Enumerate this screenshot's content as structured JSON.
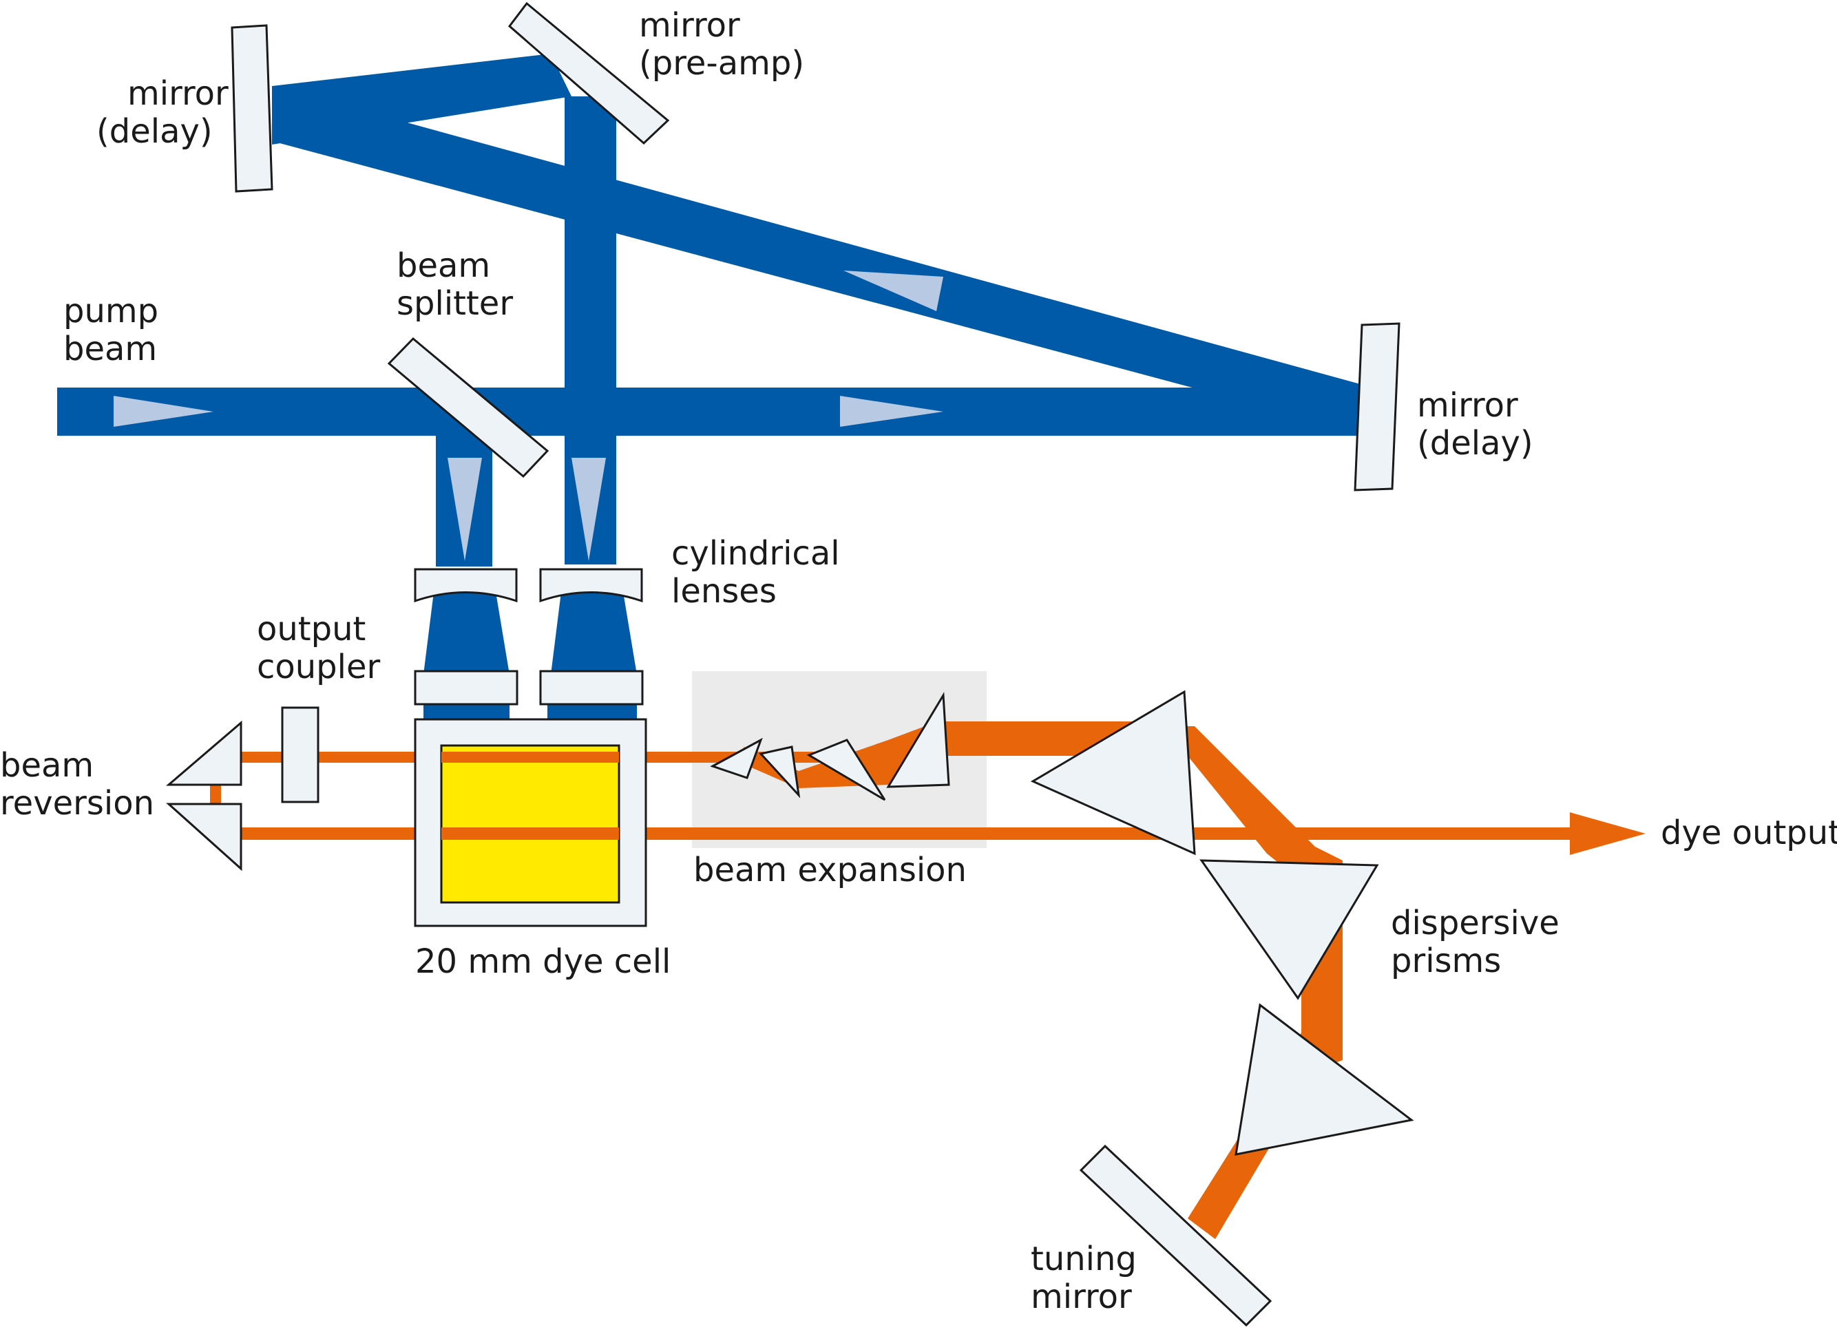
{
  "labels": {
    "mirror_delay_top": [
      "mirror",
      "(delay)"
    ],
    "mirror_preamp": [
      "mirror",
      "(pre-amp)"
    ],
    "beam_splitter": [
      "beam",
      "splitter"
    ],
    "pump_beam": [
      "pump",
      "beam"
    ],
    "mirror_delay_right": [
      "mirror",
      "(delay)"
    ],
    "cylindrical_lenses": [
      "cylindrical",
      "lenses"
    ],
    "output_coupler": [
      "output",
      "coupler"
    ],
    "beam_reversion": [
      "beam",
      "reversion"
    ],
    "beam_expansion": "beam expansion",
    "dye_cell": "20 mm dye cell",
    "dye_output": "dye output",
    "dispersive_prisms": [
      "dispersive",
      "prisms"
    ],
    "tuning_mirror": [
      "tuning",
      "mirror"
    ]
  },
  "colors": {
    "pump_beam": "#005aa7",
    "dye_beam": "#e8650a",
    "direction_arrow": "#b8c9e4",
    "dye_medium": "#ffea00",
    "optic_fill": "#eef3f8",
    "expansion_region": "#ebebeb"
  }
}
